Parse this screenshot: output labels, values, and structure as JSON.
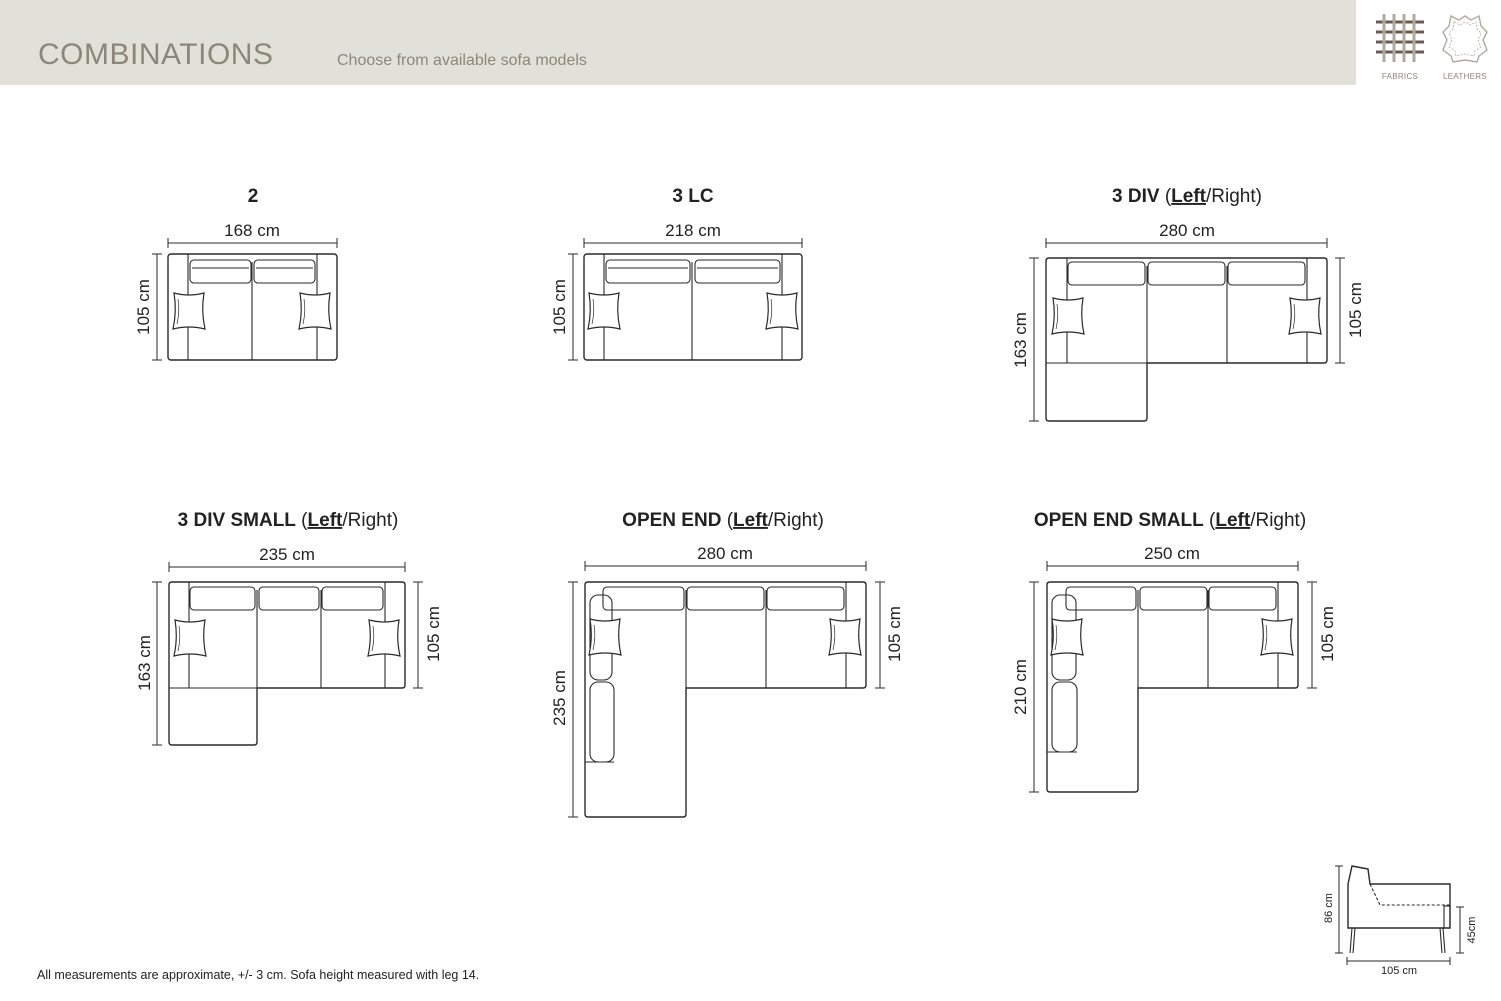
{
  "header": {
    "title": "COMBINATIONS",
    "subtitle": "Choose from available sofa models"
  },
  "materials": {
    "fabrics_label": "FABRICS",
    "leathers_label": "LEATHERS",
    "colors": {
      "accent": "#8d877a",
      "header_bg": "#e2e1d9",
      "fabric_weave": "#6e5a50"
    }
  },
  "models": [
    {
      "code": "2",
      "width": "168 cm",
      "depth": "105 cm"
    },
    {
      "code": "3 LC",
      "width": "218 cm",
      "depth": "105 cm"
    },
    {
      "code": "3 DIV",
      "option_open": " (",
      "option_selected": "Left",
      "option_rest": "/Right)",
      "width": "280 cm",
      "depth": "163 cm",
      "seat_depth": "105 cm"
    },
    {
      "code": "3 DIV SMALL",
      "option_open": " (",
      "option_selected": "Left",
      "option_rest": "/Right)",
      "width": "235 cm",
      "depth": "163 cm",
      "seat_depth": "105 cm"
    },
    {
      "code": "OPEN END",
      "option_open": " (",
      "option_selected": "Left",
      "option_rest": "/Right)",
      "width": "280 cm",
      "depth": "235 cm",
      "seat_depth": "105 cm"
    },
    {
      "code": "OPEN END SMALL",
      "option_open": " (",
      "option_selected": "Left",
      "option_rest": "/Right)",
      "width": "250 cm",
      "depth": "210 cm",
      "seat_depth": "105 cm"
    }
  ],
  "side_view": {
    "height": "86 cm",
    "seat_height": "45cm",
    "depth": "105 cm"
  },
  "footnote": "All measurements are approximate, +/- 3 cm. Sofa height measured with leg 14."
}
